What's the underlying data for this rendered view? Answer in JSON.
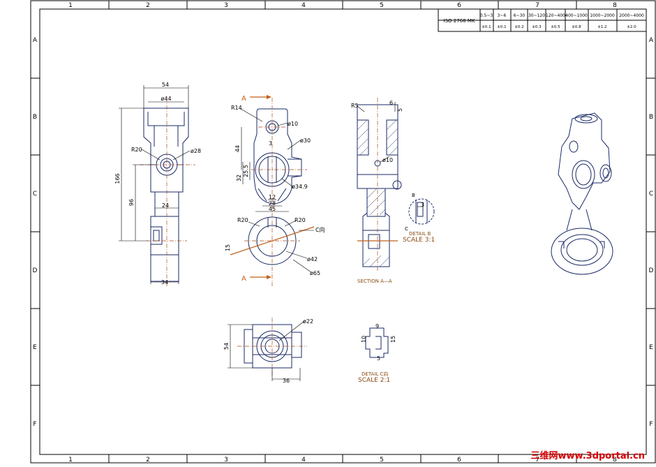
{
  "frame": {
    "zones_top": [
      "1",
      "2",
      "3",
      "4",
      "5",
      "6",
      "7",
      "8"
    ],
    "zones_bottom": [
      "1",
      "2",
      "3",
      "4",
      "5",
      "6",
      "7",
      "8"
    ],
    "zones_side": [
      "A",
      "B",
      "C",
      "D",
      "E",
      "F"
    ]
  },
  "tolerance_table": {
    "standard": "ISO 2768 MK",
    "ranges": [
      "0.5~3",
      "3~6",
      "6~30",
      "30~120",
      "120~400",
      "400~1000",
      "1000~2000",
      "2000~4000"
    ],
    "values": [
      "±0.1",
      "±0.1",
      "±0.2",
      "±0.3",
      "±0.5",
      "±0.8",
      "±1.2",
      "±2.0"
    ]
  },
  "views": {
    "left": {
      "dims": [
        "54",
        "ø44",
        "R20",
        "ø28",
        "166",
        "96",
        "24",
        "34"
      ]
    },
    "center": {
      "section_marker": "A",
      "dims": [
        "R14",
        "ø10",
        "ø30",
        "44",
        "3",
        "25.5",
        "32",
        "ø34.9",
        "12",
        "28",
        "45",
        "R20",
        "R20",
        "C向",
        "15",
        "ø42",
        "ø65"
      ]
    },
    "section": {
      "dims": [
        "R5",
        "6",
        "5",
        "ø10"
      ],
      "label": "SECTION A—A"
    },
    "detail_b": {
      "marker_b": "B",
      "marker_c": "C",
      "dim": "3",
      "title": "DETAIL B",
      "scale": "SCALE 3:1"
    },
    "bottom": {
      "dims": [
        "ø22",
        "54",
        "36"
      ]
    },
    "detail_c": {
      "dims": [
        "9",
        "10",
        "15",
        "5"
      ],
      "title": "DETAIL C向",
      "scale": "SCALE 2:1"
    }
  },
  "watermark": "三维网www.3dportal.cn",
  "colors": {
    "line": "#1a2a66",
    "label": "#8a4a12",
    "section_arrow": "#c0601a",
    "watermark": "#d40000"
  }
}
